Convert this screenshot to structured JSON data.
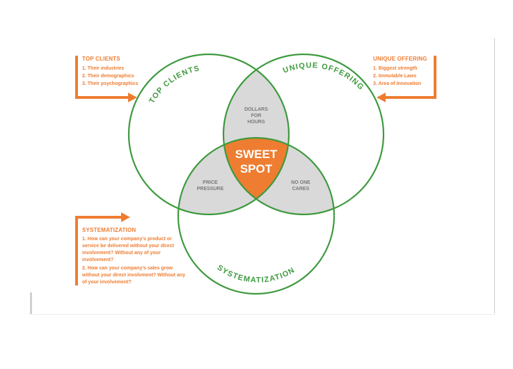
{
  "circle_labels": {
    "top_clients": "TOP CLIENTS",
    "unique_offering": "UNIQUE OFFERING",
    "systematization": "SYSTEMATIZATION"
  },
  "regions": {
    "top_unique": [
      "DOLLARS",
      "FOR",
      "HOURS"
    ],
    "top_system": [
      "PRICE",
      "PRESSURE"
    ],
    "unique_system": [
      "NO ONE",
      "CARES"
    ],
    "center": [
      "SWEET",
      "SPOT"
    ]
  },
  "notes": {
    "top_clients": {
      "title": "TOP CLIENTS",
      "items": [
        "1.  Their industries",
        "2.  Their demographics",
        "3.  Their psychographics"
      ]
    },
    "unique_offering": {
      "title": "UNIQUE OFFERING",
      "items": [
        "1.  Biggest strength",
        "2.  Immutable Laws",
        "3.  Area of Innovation"
      ]
    },
    "systematization": {
      "title": "SYSTEMATIZATION",
      "items": [
        "1.  How can your company's product or service be delivered without your direct involvement? Without any of your involvement?",
        "2.  How can your company's sales grow without your direct involvment? Without any of your involvement?"
      ]
    }
  },
  "colors": {
    "circle_stroke": "#3e9a3e",
    "overlap_fill": "#d9d9d9",
    "sweet_spot_fill": "#ee7d31",
    "accent_orange": "#ee7d31",
    "label_gray": "#7a7a7a"
  }
}
